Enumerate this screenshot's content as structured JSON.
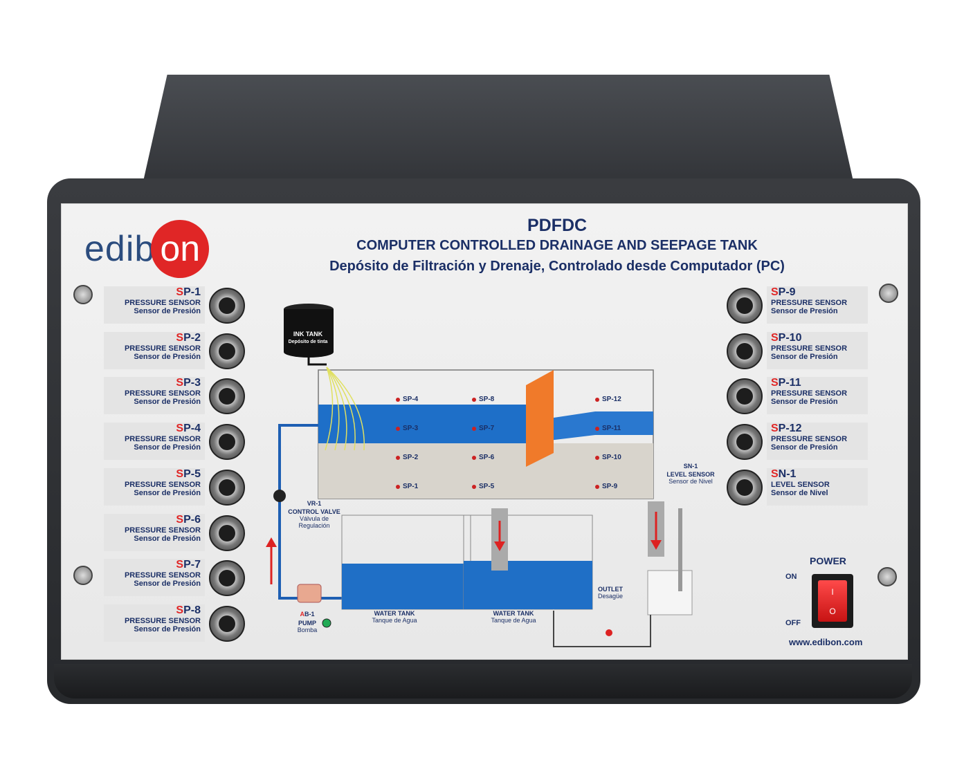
{
  "logo": {
    "text_a": "edib",
    "text_b": "on"
  },
  "title": {
    "model": "PDFDC",
    "english": "COMPUTER CONTROLLED DRAINAGE AND SEEPAGE TANK",
    "spanish": "Depósito de Filtración y Drenaje, Controlado desde Computador (PC)"
  },
  "sensors_left": [
    {
      "prefix": "S",
      "rest": "P-1",
      "type": "PRESSURE SENSOR",
      "sub": "Sensor de Presión"
    },
    {
      "prefix": "S",
      "rest": "P-2",
      "type": "PRESSURE SENSOR",
      "sub": "Sensor de Presión"
    },
    {
      "prefix": "S",
      "rest": "P-3",
      "type": "PRESSURE SENSOR",
      "sub": "Sensor de Presión"
    },
    {
      "prefix": "S",
      "rest": "P-4",
      "type": "PRESSURE SENSOR",
      "sub": "Sensor de Presión"
    },
    {
      "prefix": "S",
      "rest": "P-5",
      "type": "PRESSURE SENSOR",
      "sub": "Sensor de Presión"
    },
    {
      "prefix": "S",
      "rest": "P-6",
      "type": "PRESSURE SENSOR",
      "sub": "Sensor de Presión"
    },
    {
      "prefix": "S",
      "rest": "P-7",
      "type": "PRESSURE SENSOR",
      "sub": "Sensor de Presión"
    },
    {
      "prefix": "S",
      "rest": "P-8",
      "type": "PRESSURE SENSOR",
      "sub": "Sensor de Presión"
    }
  ],
  "sensors_right": [
    {
      "prefix": "S",
      "rest": "P-9",
      "type": "PRESSURE SENSOR",
      "sub": "Sensor de Presión"
    },
    {
      "prefix": "S",
      "rest": "P-10",
      "type": "PRESSURE SENSOR",
      "sub": "Sensor de Presión"
    },
    {
      "prefix": "S",
      "rest": "P-11",
      "type": "PRESSURE SENSOR",
      "sub": "Sensor de Presión"
    },
    {
      "prefix": "S",
      "rest": "P-12",
      "type": "PRESSURE SENSOR",
      "sub": "Sensor de Presión"
    },
    {
      "prefix": "S",
      "rest": "N-1",
      "type": "LEVEL SENSOR",
      "sub": "Sensor de Nivel"
    }
  ],
  "diagram": {
    "ink_tank": "INK TANK",
    "ink_tank_sub": "Depósito de tinta",
    "points": [
      "SP-4",
      "SP-8",
      "SP-12",
      "SP-3",
      "SP-7",
      "SP-11",
      "SP-2",
      "SP-6",
      "SP-10",
      "SP-1",
      "SP-5",
      "SP-9"
    ],
    "control_valve_id": "VR-1",
    "control_valve": "CONTROL VALVE",
    "control_valve_sub1": "Válvula de",
    "control_valve_sub2": "Regulación",
    "pump_id_a": "A",
    "pump_id_b": "B-1",
    "pump": "PUMP",
    "pump_sub": "Bomba",
    "water_tank": "WATER TANK",
    "water_tank_sub": "Tanque de Agua",
    "outlet": "OUTLET",
    "outlet_sub": "Desagüe",
    "level_id": "SN-1",
    "level": "LEVEL SENSOR",
    "level_sub": "Sensor de Nivel"
  },
  "power": {
    "label": "POWER",
    "on": "ON",
    "off": "OFF",
    "on_sym": "I",
    "off_sym": "O"
  },
  "website": "www.edibon.com"
}
